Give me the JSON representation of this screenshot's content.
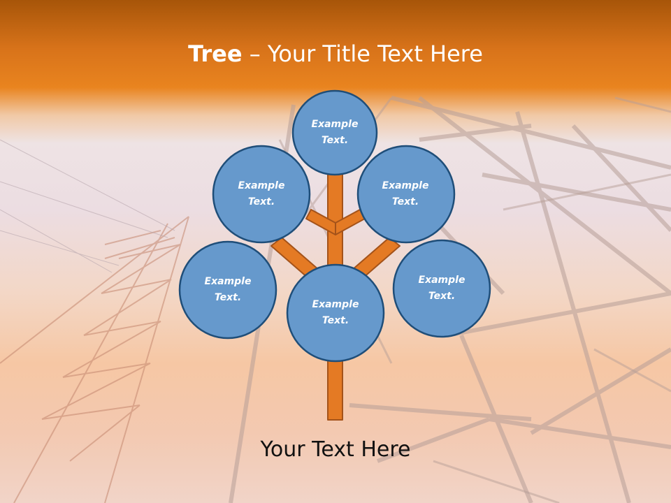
{
  "slide": {
    "title": {
      "bold_part": "Tree",
      "separator": " – ",
      "rest": "Your Title Text Here"
    },
    "footer_text": "Your Text Here",
    "colors": {
      "header_orange": "#e07a1c",
      "node_fill": "#6699cc",
      "node_border": "#1f4e79",
      "trunk_fill": "#e47a24",
      "trunk_border": "#a4531a"
    },
    "background": "electricity-pylons-sunset-photo",
    "nodes": [
      {
        "id": "top",
        "text": "Example Text."
      },
      {
        "id": "upper-left",
        "text": "Example Text."
      },
      {
        "id": "upper-right",
        "text": "Example Text."
      },
      {
        "id": "lower-left",
        "text": "Example Text."
      },
      {
        "id": "center",
        "text": "Example Text."
      },
      {
        "id": "lower-right",
        "text": "Example Text."
      }
    ]
  }
}
